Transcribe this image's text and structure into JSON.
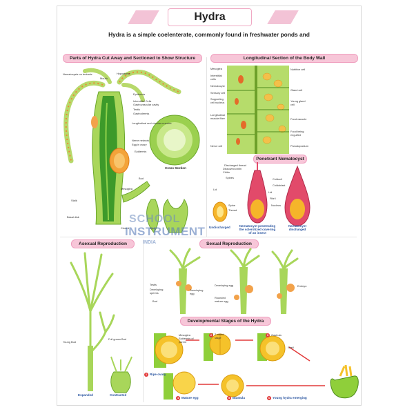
{
  "title": "Hydra",
  "subtitle": "Hydra is a simple coelenterate, commonly found in freshwater ponds and",
  "sections": {
    "parts": "Parts of Hydra Cut Away and Sectioned to Show Structure",
    "longitudinal": "Longitudinal Section of the Body Wall",
    "nematocyst": "Penetrant Nematocyst",
    "asexual": "Asexual Reproduction",
    "sexual": "Sexual Reproduction",
    "stages": "Developmental Stages of the Hydra"
  },
  "parts_labels": {
    "nematocysts": "Nematocysts on tentacle",
    "mouth": "Mouth",
    "hypostome": "Hypostome",
    "epidermis": "Epidermis",
    "interstitial": "Interstitial Cells",
    "gastro_cavity": "Gastrovascular cavity",
    "testis": "Testis",
    "gastrodermis": "Gastrodermis",
    "muscles": "Longitudinal and circular muscles",
    "nerve": "Nerve network",
    "egg": "Egg in ovary",
    "epidermis2": "Epidermis",
    "bud": "Bud",
    "mesoglea": "Mesoglea",
    "stalk": "Stalk",
    "basal": "Basal disk",
    "cross": "Cross Section",
    "closed": "Closed",
    "open": "Open"
  },
  "wall_labels": {
    "mesoglea": "Mesoglea",
    "interstitial": "Interstitial cells",
    "nematocyst": "Nematocyst",
    "sensory": "Sensory cell",
    "supporting": "Supporting cell nucleus",
    "longitudinal": "Longitudinal muscle fibre",
    "nerve": "Nerve cell",
    "nutritive": "Nutritive cell",
    "gland": "Gland cell",
    "young_gland": "Young gland cell",
    "food_vacuole": "Food vacuole",
    "food_engulfed": "Food being engulfed",
    "pseudopodium": "Pseudopodium"
  },
  "nematocyst_labels": {
    "discharged": "Discharged thread",
    "dissolved": "Dissolved chitin",
    "chitin": "Chitin",
    "spines": "Spines",
    "cnidocil": "Cnidocil",
    "lid": "Lid",
    "cnidoblast": "Cnidoblast",
    "lid2": "Lid",
    "fibril": "Fibril",
    "nucleus": "Nucleus",
    "spine": "Spine",
    "thread": "Thread",
    "undischarged": "Undischarged",
    "penetrating": "Nematocyst penetrating the sclerotized covering of an insect",
    "discharged_cap": "Nematocyst discharged"
  },
  "asexual_labels": {
    "young_bud": "Young Bud",
    "full_grown": "Full grown Bud",
    "expanded": "Expanded",
    "contracted": "Contracted"
  },
  "sexual_labels": {
    "testis": "Testis",
    "developing_sperms": "Developing sperms",
    "developing_egg": "Developing egg",
    "bud": "Bud",
    "developing_egg2": "Developing egg",
    "rounded": "Rounded mature egg",
    "embryo": "Embryo"
  },
  "stage_labels": {
    "mesoglea": "Mesoglea",
    "epidermis": "Epidermis of parent",
    "two_celled": "2 celled stage",
    "gastrula": "Gastrula",
    "shell": "Shell",
    "ripe_ovary": "Ripe ovary",
    "mature_egg": "Mature egg",
    "blastula": "Blastula",
    "young_hydra": "Young hydra emerging",
    "n1": "1",
    "n2": "2",
    "n3": "3",
    "n4": "4",
    "n5": "5",
    "n6": "6"
  },
  "watermark": {
    "line1": "SCHOOL",
    "line2": "INSTRUMENT",
    "line3": "INDIA"
  },
  "colors": {
    "pink": "#f7c6d8",
    "green": "#8fcf3a",
    "dark_green": "#2f8a1c",
    "orange": "#f08a2a",
    "blue_caption": "#2a55a0"
  }
}
